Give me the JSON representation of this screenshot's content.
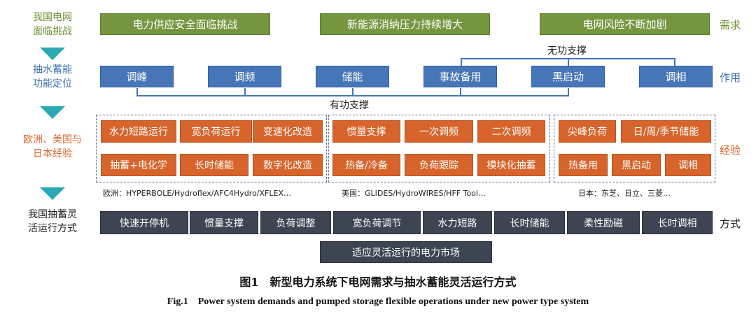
{
  "rows": {
    "demand": {
      "side_label": [
        "我国电网",
        "面临挑战"
      ],
      "right_label": "需求",
      "boxes": [
        "电力供应安全面临挑战",
        "新能源消纳压力持续增大",
        "电网风险不断加剧"
      ]
    },
    "function": {
      "side_label": [
        "抽水蓄能",
        "功能定位"
      ],
      "right_label": "作用",
      "boxes": [
        "调峰",
        "调频",
        "储能",
        "事故备用",
        "黑启动",
        "调相"
      ],
      "upper_bracket": "无功支撑",
      "lower_bracket": "有功支撑"
    },
    "experience": {
      "side_label": [
        "欧洲、美国与",
        "日本经验"
      ],
      "right_label": "经验",
      "groups": [
        {
          "rows": [
            [
              "水力短路运行",
              "宽负荷运行",
              "变速化改造"
            ],
            [
              "抽蓄+电化学",
              "长时储能",
              "数字化改造"
            ]
          ],
          "note": "欧洲：HYPERBOLE/Hydroflex/AFC4Hydro/XFLEX…"
        },
        {
          "rows": [
            [
              "惯量支撑",
              "一次调频",
              "二次调频"
            ],
            [
              "热备/冷备",
              "负荷跟踪",
              "模块化抽蓄"
            ]
          ],
          "note": "美国：GLIDES/HydroWIRES/HFF Tool…"
        },
        {
          "rows": [
            [
              "尖峰负荷",
              "日/周/季节储能"
            ],
            [
              "热备用",
              "黑启动",
              "调相"
            ]
          ],
          "note": "日本：东芝、日立、三菱…"
        }
      ]
    },
    "mode": {
      "side_label": [
        "我国抽蓄灵",
        "活运行方式"
      ],
      "right_label": "方式",
      "boxes": [
        "快速开停机",
        "惯量支撑",
        "负荷调整",
        "宽负荷调节",
        "水力短路",
        "长时储能",
        "柔性励磁",
        "长时调相"
      ],
      "market": "适应灵活运行的电力市场"
    }
  },
  "caption": {
    "zh": "图1　新型电力系统下电网需求与抽水蓄能灵活运行方式",
    "en": "Fig.1　Power system demands and pumped storage flexible operations under new power type system"
  },
  "colors": {
    "green": "#75963f",
    "blue": "#4676b7",
    "orange": "#d7642b",
    "dark": "#3d4452",
    "arrow": "#2aa9b3"
  }
}
